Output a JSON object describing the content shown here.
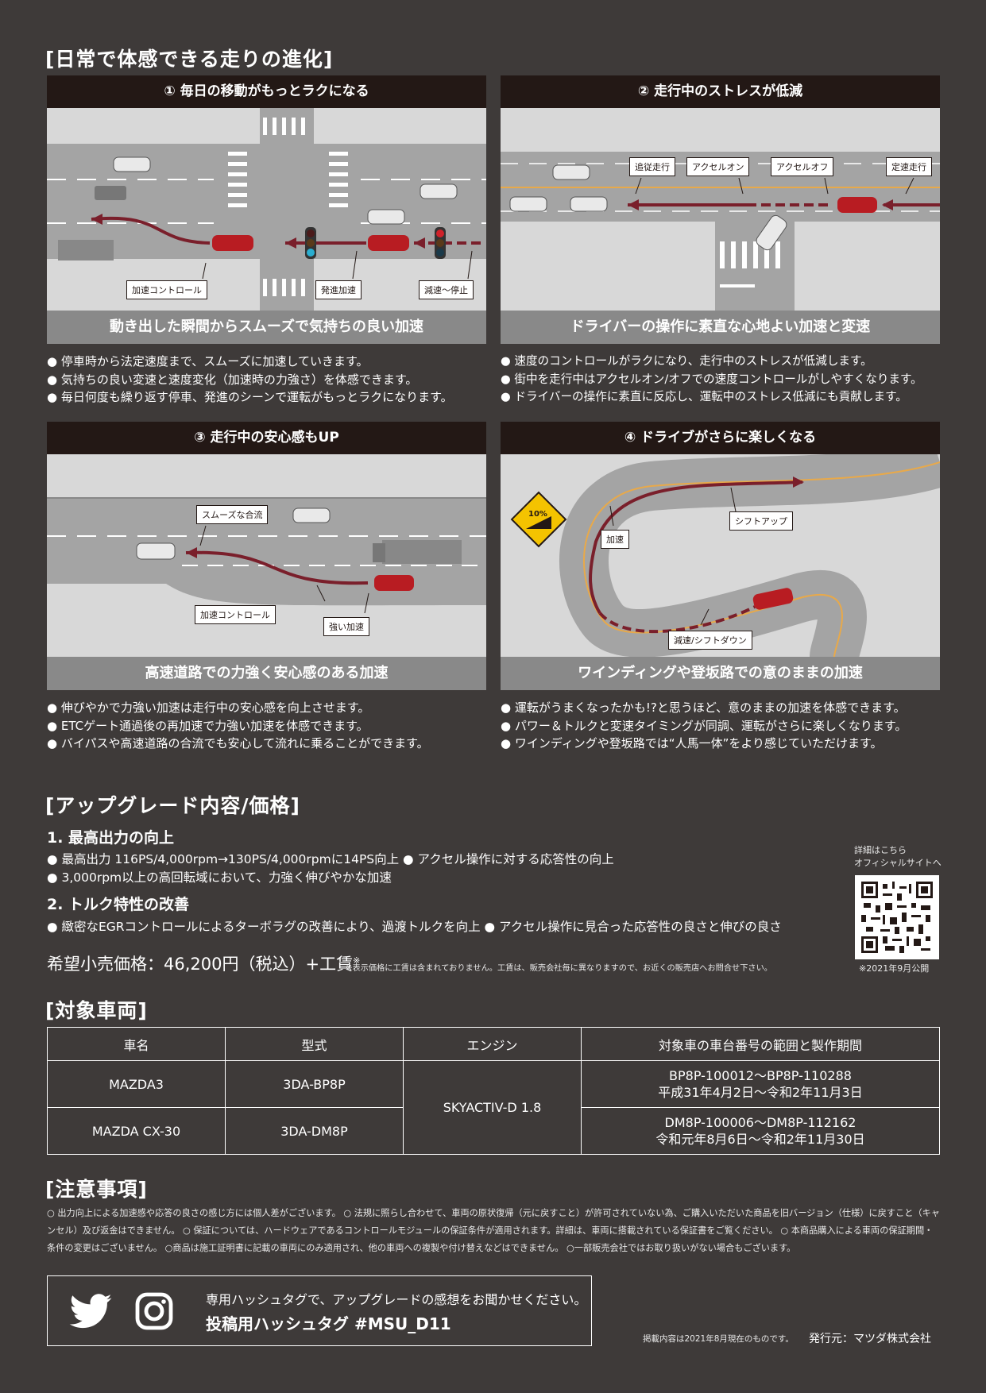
{
  "section1_title": "[日常で体感できる走りの進化]",
  "panels": [
    {
      "header": "① 毎日の移動がもっとラクになる",
      "footer": "動き出した瞬間からスムーズで気持ちの良い加速",
      "callouts": [
        "加速コントロール",
        "発進加速",
        "減速〜停止"
      ],
      "bullets": [
        "● 停車時から法定速度まで、スムーズに加速していきます。",
        "● 気持ちの良い変速と速度変化（加速時の力強さ）を体感できます。",
        "● 毎日何度も繰り返す停車、発進のシーンで運転がもっとラクになります。"
      ]
    },
    {
      "header": "② 走行中のストレスが低減",
      "footer": "ドライバーの操作に素直な心地よい加速と変速",
      "callouts": [
        "追従走行",
        "アクセルオン",
        "アクセルオフ",
        "定速走行"
      ],
      "bullets": [
        "● 速度のコントロールがラクになり、走行中のストレスが低減します。",
        "● 街中を走行中はアクセルオン/オフでの速度コントロールがしやすくなります。",
        "● ドライバーの操作に素直に反応し、運転中のストレス低減にも貢献します。"
      ]
    },
    {
      "header": "③ 走行中の安心感もUP",
      "footer": "高速道路での力強く安心感のある加速",
      "callouts": [
        "スムーズな合流",
        "加速コントロール",
        "強い加速"
      ],
      "bullets": [
        "● 伸びやかで力強い加速は走行中の安心感を向上させます。",
        "● ETCゲート通過後の再加速で力強い加速を体感できます。",
        "● バイパスや高速道路の合流でも安心して流れに乗ることができます。"
      ]
    },
    {
      "header": "④ ドライブがさらに楽しくなる",
      "footer": "ワインディングや登坂路での意のままの加速",
      "callouts": [
        "加速",
        "シフトアップ",
        "減速/シフトダウン"
      ],
      "sign": "10%",
      "bullets": [
        "● 運転がうまくなったかも!?と思うほど、意のままの加速を体感できます。",
        "● パワー＆トルクと変速タイミングが同調、運転がさらに楽しくなります。",
        "● ワインディングや登坂路では“人馬一体”をより感じていただけます。"
      ]
    }
  ],
  "section2_title": "[アップグレード内容/価格]",
  "upgrade": {
    "item1_title": "1. 最高出力の向上",
    "item1_lines": [
      "● 最高出力 116PS/4,000rpm→130PS/4,000rpmに14PS向上 ● アクセル操作に対する応答性の向上",
      "● 3,000rpm以上の高回転域において、力強く伸びやかな加速"
    ],
    "item2_title": "2. トルク特性の改善",
    "item2_lines": [
      "● 緻密なEGRコントロールによるターボラグの改善により、過渡トルクを向上 ● アクセル操作に見合った応答性の良さと伸びの良さ"
    ],
    "price": "希望小売価格：46,200円（税込）+工賃",
    "price_mark": "※",
    "price_note": "※表示価格に工賃は含まれておりません。工賃は、販売会社毎に異なりますので、お近くの販売店へお問合せ下さい。",
    "qr_label_1": "詳細はこちら",
    "qr_label_2": "オフィシャルサイトへ",
    "qr_caption": "※2021年9月公開"
  },
  "section3_title": "[対象車両]",
  "table": {
    "headers": [
      "車名",
      "型式",
      "エンジン",
      "対象車の車台番号の範囲と製作期間"
    ],
    "rows": [
      {
        "name": "MAZDA3",
        "model": "3DA-BP8P",
        "range": "BP8P-100012〜BP8P-110288",
        "period": "平成31年4月2日〜令和2年11月3日"
      },
      {
        "name": "MAZDA CX-30",
        "model": "3DA-DM8P",
        "range": "DM8P-100006〜DM8P-112162",
        "period": "令和元年8月6日〜令和2年11月30日"
      }
    ],
    "engine": "SKYACTIV-D 1.8"
  },
  "section4_title": "[注意事項]",
  "notes": "○ 出力向上による加速感や応答の良さの感じ方には個人差がございます。 ○ 法規に照らし合わせて、車両の原状復帰（元に戻すこと）が許可されていない為、ご購入いただいた商品を旧バージョン（仕様）に戻すこと（キャンセル）及び返金はできません。 ○ 保証については、ハードウェアであるコントロールモジュールの保証条件が適用されます。詳細は、車両に搭載されている保証書をご覧ください。 ○ 本商品購入による車両の保証期間・条件の変更はございません。 ○商品は施工証明書に記載の車両にのみ適用され、他の車両への複製や付け替えなどはできません。 ○一部販売会社ではお取り扱いがない場合もございます。",
  "social": {
    "line1": "専用ハッシュタグで、アップグレードの感想をお聞かせください。",
    "line2": "投稿用ハッシュタグ #MSU_D11"
  },
  "footer": {
    "small": "掲載内容は2021年8月現在のものです。",
    "publisher": "発行元：マツダ株式会社"
  },
  "colors": {
    "background": "#3e3a39",
    "header": "#231815",
    "footer_band": "#898989",
    "arrow": "#7a1f2b",
    "car_red": "#b81c22",
    "yellow_line": "#e8a94a"
  }
}
